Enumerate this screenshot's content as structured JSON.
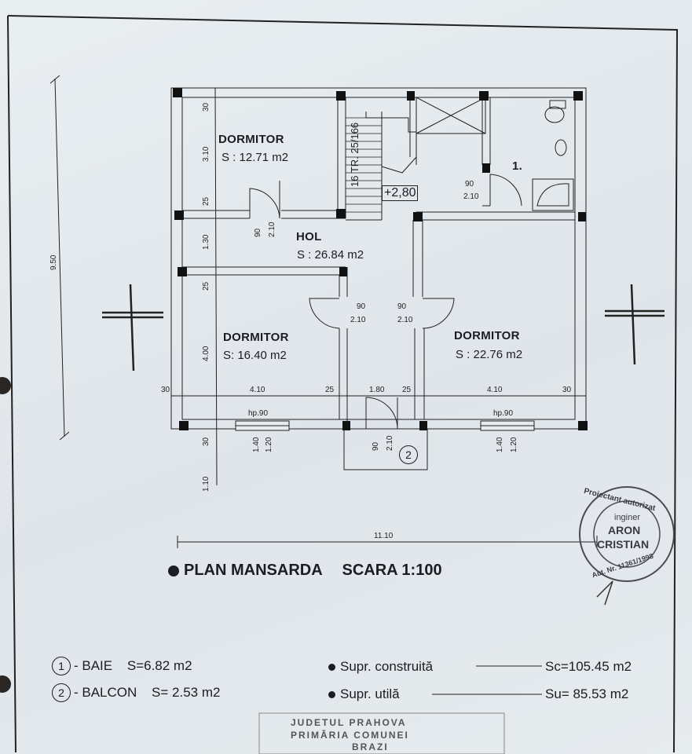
{
  "plan": {
    "title": "PLAN MANSARDA",
    "scale": "SCARA 1:100",
    "rooms": [
      {
        "name": "DORMITOR",
        "area": "S : 12.71 m2"
      },
      {
        "name": "HOL",
        "area": "S : 26.84 m2"
      },
      {
        "name": "DORMITOR",
        "area": "S: 16.40 m2"
      },
      {
        "name": "DORMITOR",
        "area": "S : 22.76 m2"
      }
    ],
    "room_tags": [
      "1.",
      "2"
    ],
    "stairs": {
      "count": "16 TR. 25/166",
      "level": "+2,80"
    },
    "doors": [
      {
        "w": "90",
        "h": "2.10"
      },
      {
        "w": "90",
        "h": "2.10"
      },
      {
        "w": "90",
        "h": "2.10"
      },
      {
        "w": "90",
        "h": "2.10"
      },
      {
        "w": "90",
        "h": "2.10"
      }
    ],
    "windows": [
      {
        "label": "hp.90",
        "h1": "1.40",
        "h2": "1.20"
      },
      {
        "label": "hp.90",
        "h1": "1.40",
        "h2": "1.20"
      }
    ],
    "dimensions": {
      "left_total": "9.50",
      "left_segments": [
        "30",
        "3.10",
        "25",
        "1.30",
        "25",
        "4.00",
        "30",
        "1.10"
      ],
      "bottom_segments": [
        "30",
        "4.10",
        "25",
        "1.80",
        "25",
        "4.10",
        "30"
      ],
      "overall": "11.10"
    }
  },
  "legend": {
    "items": [
      {
        "num": "1",
        "label": "- BAIE",
        "area": "S=6.82 m2"
      },
      {
        "num": "2",
        "label": "- BALCON",
        "area": "S= 2.53 m2"
      }
    ],
    "totals": [
      {
        "label": "Supr. construită",
        "value": "Sc=105.45 m2"
      },
      {
        "label": "Supr. utilă",
        "value": "Su= 85.53 m2"
      }
    ]
  },
  "stamp": {
    "line1": "Proiectant autorizat",
    "line2": "inginer",
    "line3": "ARON",
    "line4": "CRISTIAN",
    "line5": "Aut. Nr. 11361/1998"
  },
  "footer": {
    "lines": [
      "JUDETUL PRAHOVA",
      "PRIMĂRIA COMUNEI",
      "BRAZI"
    ]
  }
}
